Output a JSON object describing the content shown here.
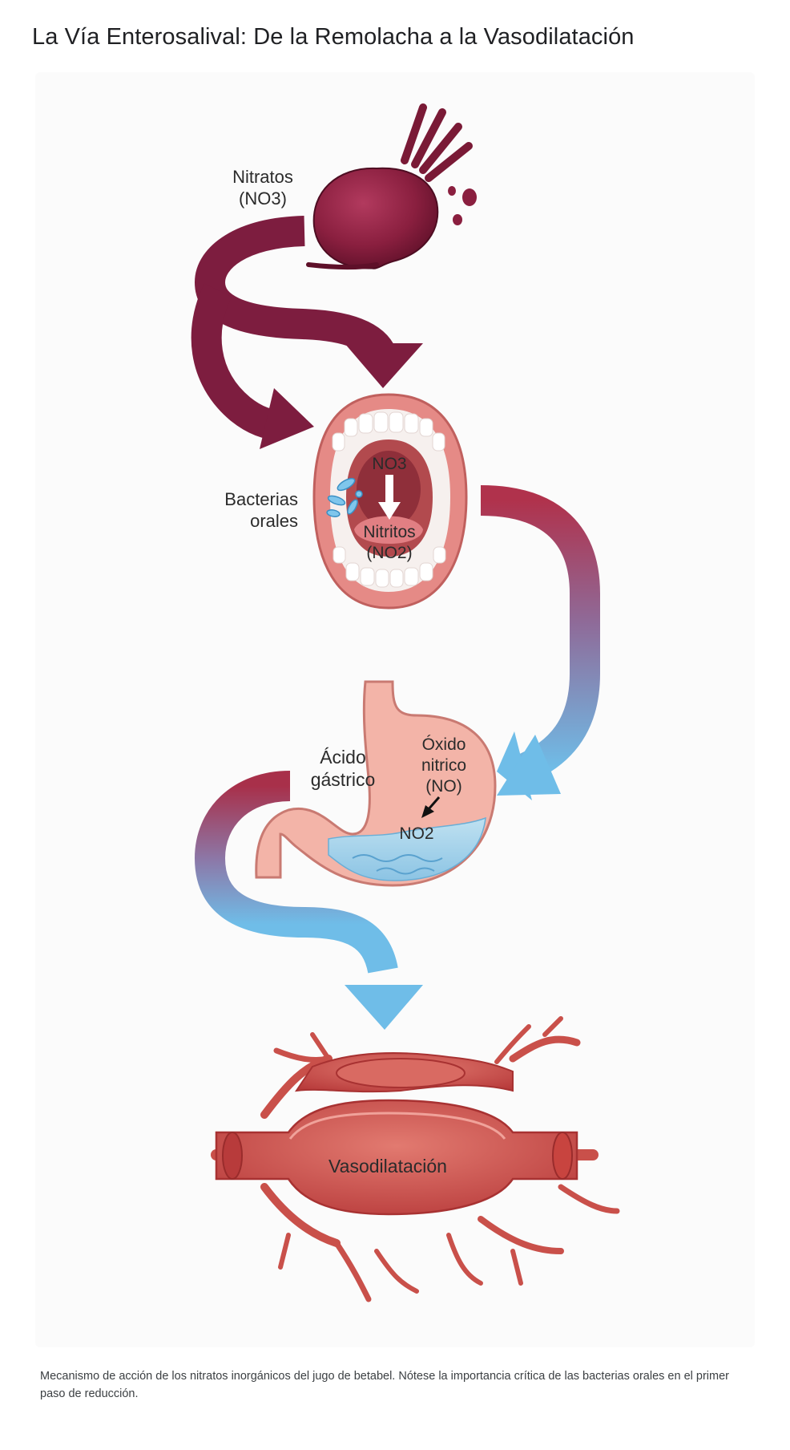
{
  "title": "La Vía Enterosalival: De la Remolacha a la Vasodilatación",
  "labels": {
    "nitratos_line1": "Nitratos",
    "nitratos_line2": "(NO3)",
    "bacterias_line1": "Bacterias",
    "bacterias_line2": "orales",
    "mouth_no3": "NO3",
    "nitritos_line1": "Nitritos",
    "nitritos_line2": "(NO2)",
    "acido_line1": "Ácido",
    "acido_line2": "gástrico",
    "oxido_line1": "Óxido",
    "oxido_line2": "nitrico",
    "oxido_line3": "(NO)",
    "stomach_no2": "NO2",
    "vasodilatacion": "Vasodilatación"
  },
  "caption": "Mecanismo de acción de los nitratos inorgánicos del jugo de betabel. Nótese la importancia crítica de las bacterias orales en el primer paso de reducción.",
  "colors": {
    "beet": "#8a1f3f",
    "beet_arrow": "#7d1d3f",
    "arrow_blue": "#6fbde8",
    "arrow_red": "#b0324c",
    "lips": "#e58a86",
    "stomach": "#f3b4a8",
    "vessel": "#d9605a"
  },
  "icons": [
    "beetroot-icon",
    "mouth-icon",
    "bacteria-icon",
    "stomach-icon",
    "blood-vessel-icon"
  ]
}
